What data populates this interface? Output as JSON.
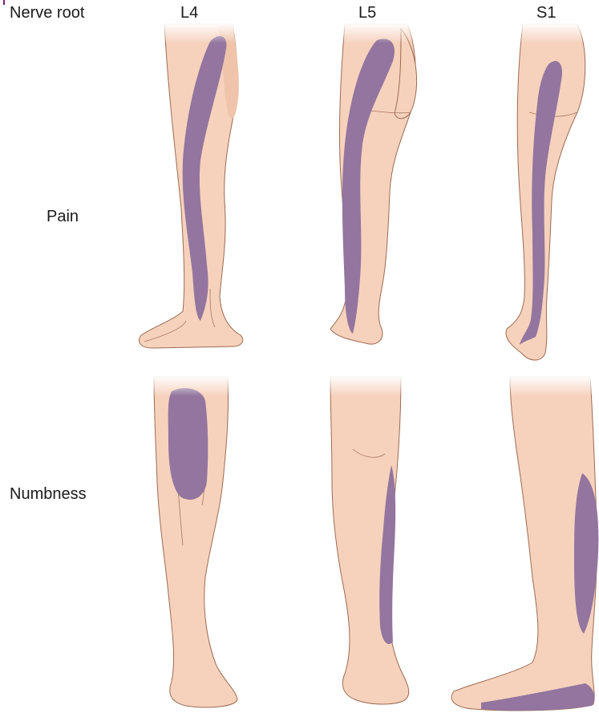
{
  "header": {
    "nerve_root_label": "Nerve root"
  },
  "columns": [
    {
      "root": "L4"
    },
    {
      "root": "L5"
    },
    {
      "root": "S1"
    }
  ],
  "rows": [
    {
      "label": "Pain"
    },
    {
      "label": "Numbness"
    }
  ],
  "colors": {
    "skin": "#f6d2bc",
    "dermatome": "#93759f",
    "outline": "#9c6b53"
  }
}
